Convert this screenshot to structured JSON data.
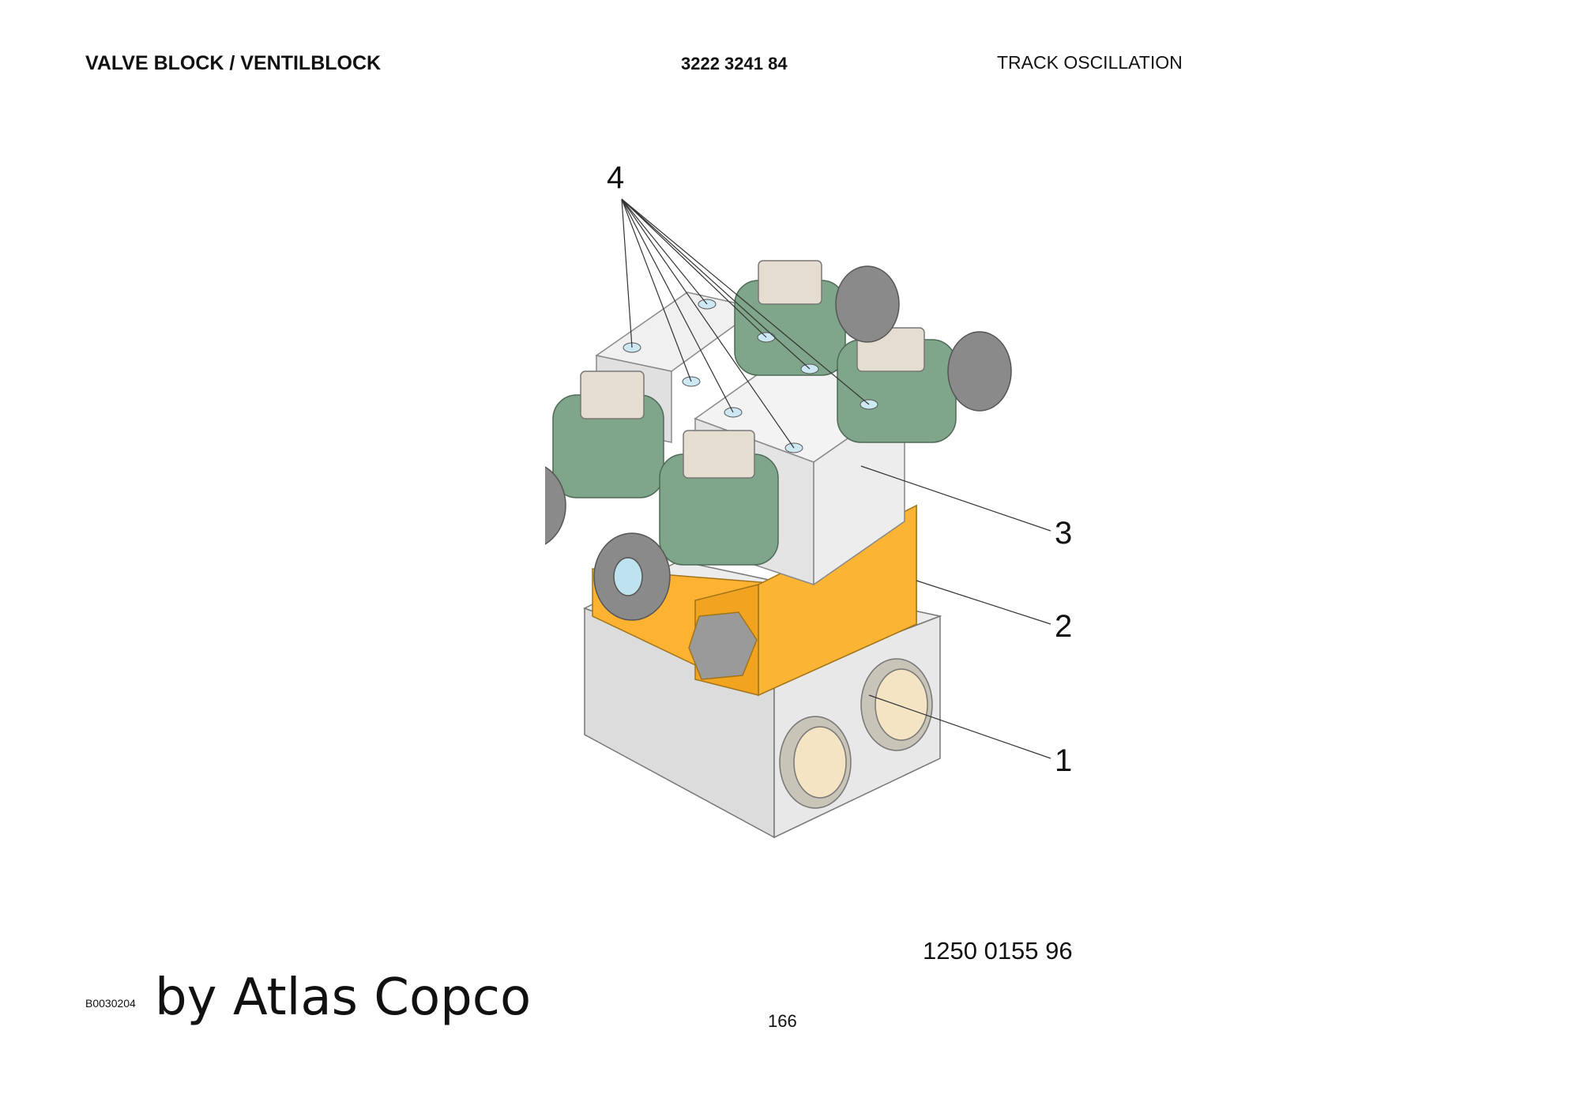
{
  "header": {
    "title": "VALVE BLOCK / VENTILBLOCK",
    "part_number": "3222 3241 84",
    "section": "TRACK OSCILLATION"
  },
  "figure": {
    "callouts": [
      "4",
      "3",
      "2",
      "1"
    ],
    "drawing_number": "1250 0155 96"
  },
  "footer": {
    "doc_code": "B0030204",
    "brand": "by Atlas Copco",
    "page_number": "166"
  },
  "colors": {
    "valve_body": "#e6e6e6",
    "coil_green": "#7fa58a",
    "orange_plate": "#fdb232",
    "port_fill": "#f4e4c3",
    "knob_gray": "#8a8a8a"
  }
}
